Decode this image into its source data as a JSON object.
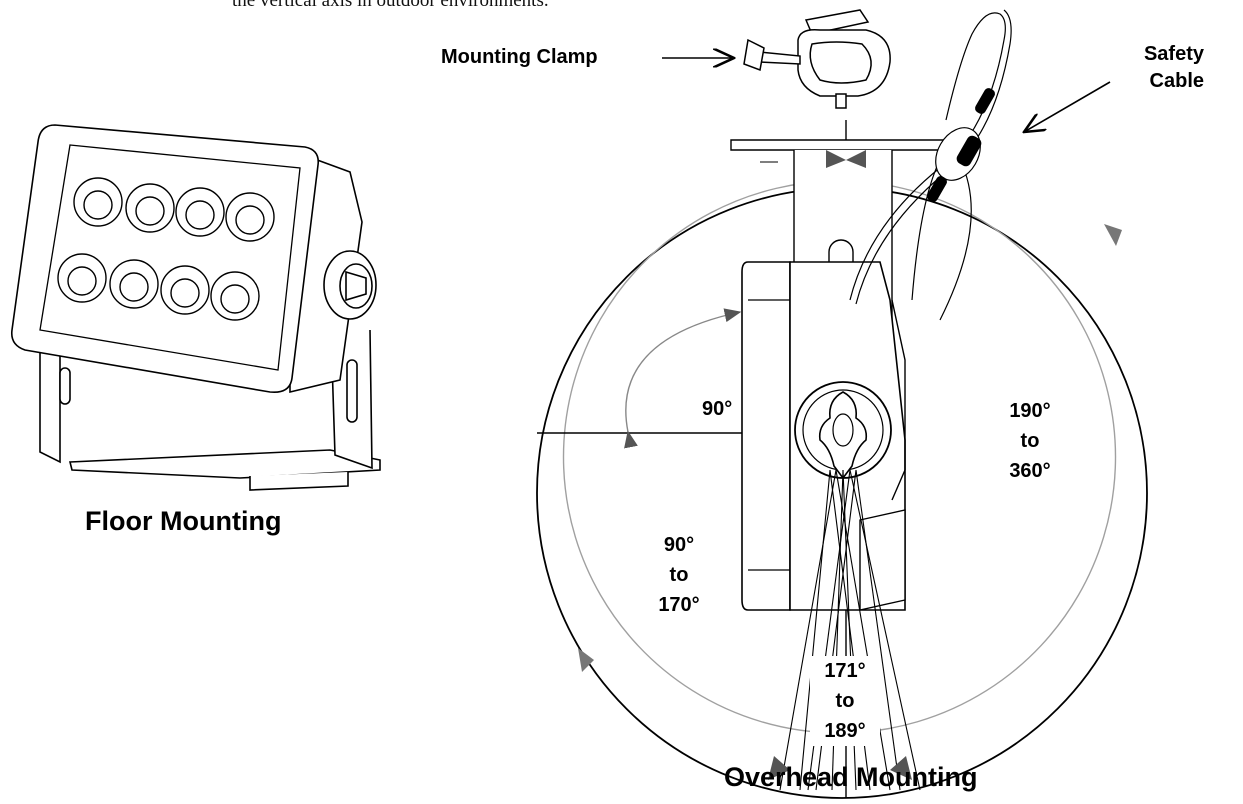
{
  "page": {
    "top_text_partial": "the vertical axis in outdoor environments."
  },
  "labels": {
    "mounting_clamp": "Mounting Clamp",
    "safety_cable": [
      "Safety",
      "Cable"
    ],
    "floor_mounting": "Floor Mounting",
    "overhead_mounting": "Overhead Mounting",
    "angle_90": "90°",
    "angle_90_170": [
      "90°",
      "to",
      "170°"
    ],
    "angle_171_189": [
      "171°",
      "to",
      "189°"
    ],
    "angle_190_360": [
      "190°",
      "to",
      "360°"
    ]
  },
  "colors": {
    "line": "#000000",
    "arc": "#9a9a9a",
    "arrow": "#555555"
  },
  "icons": [
    "mounting-clamp-icon",
    "safety-cable-icon",
    "fixture-icon"
  ]
}
